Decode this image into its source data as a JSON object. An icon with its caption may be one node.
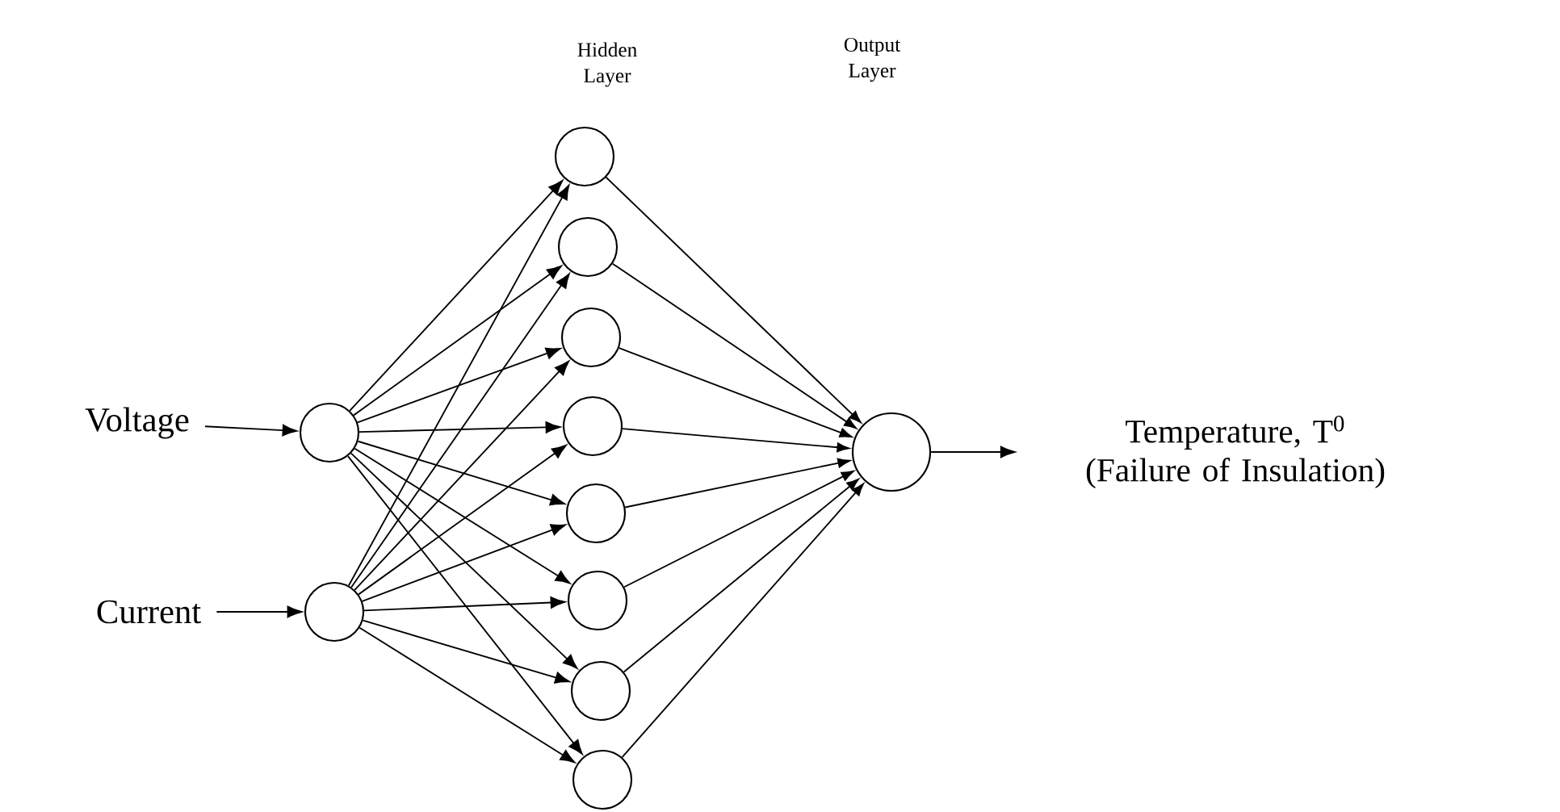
{
  "diagram": {
    "nodes": [
      {
        "text": [
          "Voltage"
        ]
      },
      {
        "text": [
          "Current"
        ]
      },
      {
        "text": [],
        "shape": "circle"
      },
      {
        "text": [],
        "shape": "circle"
      },
      {
        "text": [],
        "shape": "circle"
      },
      {
        "text": [],
        "shape": "circle"
      },
      {
        "text": [],
        "shape": "circle"
      },
      {
        "text": [],
        "shape": "circle"
      },
      {
        "text": [],
        "shape": "circle"
      },
      {
        "text": [],
        "shape": "circle"
      },
      {
        "text": [],
        "shape": "circle"
      },
      {
        "text": [],
        "shape": "circle"
      },
      {
        "text": [],
        "shape": "circle"
      },
      {
        "text": [
          "Temperature, T$^{0}$ (Failure of Insulation)"
        ]
      }
    ],
    "edges": [
      {
        "from": 0,
        "to": 2,
        "arrow": "to"
      },
      {
        "from": 1,
        "to": 3,
        "arrow": "to"
      },
      {
        "from": 2,
        "to": 4,
        "arrow": "to"
      },
      {
        "from": 2,
        "to": 5,
        "arrow": "to"
      },
      {
        "from": 2,
        "to": 6,
        "arrow": "to"
      },
      {
        "from": 2,
        "to": 7,
        "arrow": "to"
      },
      {
        "from": 2,
        "to": 8,
        "arrow": "to"
      },
      {
        "from": 2,
        "to": 9,
        "arrow": "to"
      },
      {
        "from": 2,
        "to": 10,
        "arrow": "to"
      },
      {
        "from": 2,
        "to": 11,
        "arrow": "to"
      },
      {
        "from": 3,
        "to": 4,
        "arrow": "to"
      },
      {
        "from": 3,
        "to": 5,
        "arrow": "to"
      },
      {
        "from": 3,
        "to": 6,
        "arrow": "to"
      },
      {
        "from": 3,
        "to": 7,
        "arrow": "to"
      },
      {
        "from": 3,
        "to": 8,
        "arrow": "to"
      },
      {
        "from": 3,
        "to": 9,
        "arrow": "to"
      },
      {
        "from": 3,
        "to": 10,
        "arrow": "to"
      },
      {
        "from": 3,
        "to": 11,
        "arrow": "to"
      },
      {
        "from": 4,
        "to": 12,
        "arrow": "to"
      },
      {
        "from": 5,
        "to": 12,
        "arrow": "to"
      },
      {
        "from": 6,
        "to": 12,
        "arrow": "to"
      },
      {
        "from": 7,
        "to": 12,
        "arrow": "to"
      },
      {
        "from": 8,
        "to": 12,
        "arrow": "to"
      },
      {
        "from": 9,
        "to": 12,
        "arrow": "to"
      },
      {
        "from": 10,
        "to": 12,
        "arrow": "to"
      },
      {
        "from": 11,
        "to": 12,
        "arrow": "to"
      },
      {
        "from": 12,
        "to": 13,
        "arrow": "to"
      }
    ],
    "labels": [
      "Hidden Layer",
      "Output Layer"
    ]
  }
}
